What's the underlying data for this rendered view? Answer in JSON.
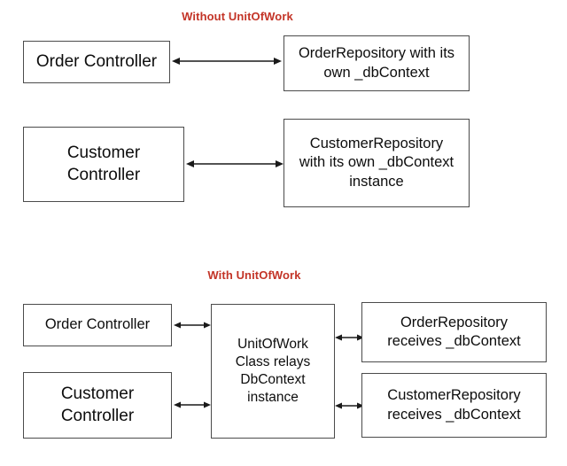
{
  "diagram": {
    "title_without": "Without UnitOfWork",
    "title_with": "With UnitOfWork",
    "accent_color": "#c33427",
    "box_border_color": "#4b4b4b",
    "background_color": "#ffffff"
  },
  "without_section": {
    "heading": "Without UnitOfWork",
    "boxes": [
      {
        "id": "order-controller",
        "lines": [
          "Order Controller"
        ]
      },
      {
        "id": "order-repository",
        "lines": [
          "OrderRepository with its",
          "own _dbContext"
        ]
      },
      {
        "id": "customer-controller",
        "lines": [
          "Customer",
          "Controller"
        ]
      },
      {
        "id": "customer-repository",
        "lines": [
          "CustomerRepository",
          "with its own _dbContext",
          "instance"
        ]
      }
    ],
    "connectors": [
      {
        "id": "order-link",
        "kind": "double-arrow"
      },
      {
        "id": "customer-link",
        "kind": "double-arrow"
      }
    ]
  },
  "with_section": {
    "heading": "With UnitOfWork",
    "boxes": [
      {
        "id": "order-controller-2",
        "lines": [
          "Order Controller"
        ]
      },
      {
        "id": "customer-controller-2",
        "lines": [
          "Customer",
          "Controller"
        ]
      },
      {
        "id": "unitofwork",
        "lines": [
          "UnitOfWork",
          "Class relays",
          "DbContext",
          "instance"
        ]
      },
      {
        "id": "order-repository-2",
        "lines": [
          "OrderRepository",
          "receives _dbContext"
        ]
      },
      {
        "id": "customer-repository-2",
        "lines": [
          "CustomerRepository",
          "receives _dbContext"
        ]
      }
    ],
    "connectors": [
      {
        "id": "order-ctrl-to-uow",
        "kind": "double-arrow"
      },
      {
        "id": "customer-ctrl-to-uow",
        "kind": "double-arrow"
      },
      {
        "id": "uow-to-order-repo",
        "kind": "double-arrow"
      },
      {
        "id": "uow-to-customer-repo",
        "kind": "double-arrow"
      }
    ]
  }
}
